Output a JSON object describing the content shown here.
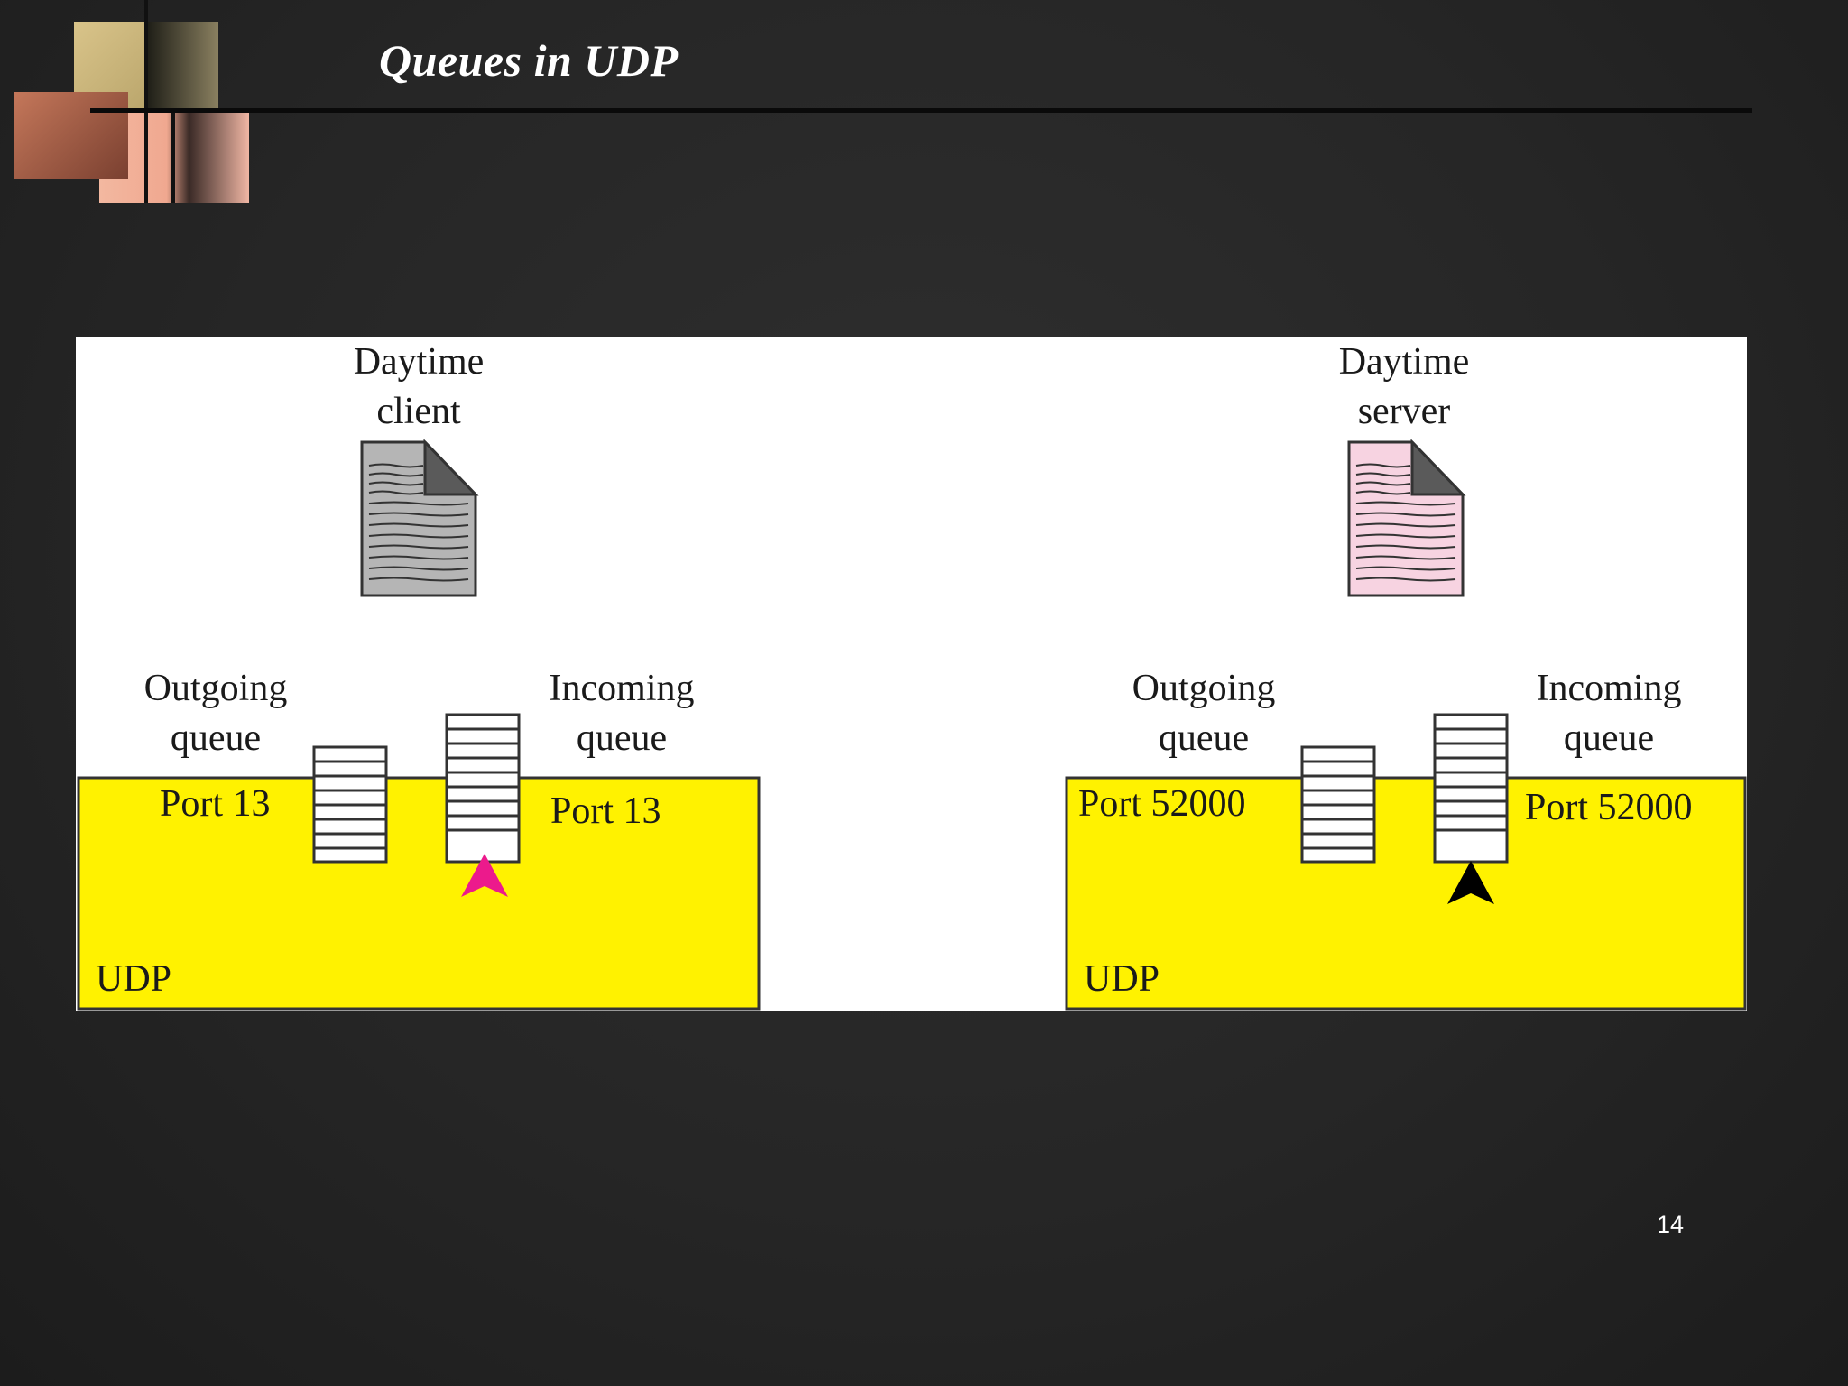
{
  "title": "Queues in UDP",
  "page_number": "14",
  "colors": {
    "background": "#262626",
    "udp_box": "#fff200",
    "client_doc": "#b5b5b5",
    "server_doc": "#f7d3e1",
    "client_arrow": "#ec1a8c",
    "server_arrow": "#000000"
  },
  "diagram": {
    "client": {
      "process": [
        "Daytime",
        "client"
      ],
      "outgoing_queue": [
        "Outgoing",
        "queue"
      ],
      "incoming_queue": [
        "Incoming",
        "queue"
      ],
      "outgoing_port": "Port 13",
      "incoming_port": "Port 13",
      "layer": "UDP"
    },
    "server": {
      "process": [
        "Daytime",
        "server"
      ],
      "outgoing_queue": [
        "Outgoing",
        "queue"
      ],
      "incoming_queue": [
        "Incoming",
        "queue"
      ],
      "outgoing_port": "Port 52000",
      "incoming_port": "Port 52000",
      "layer": "UDP"
    }
  }
}
